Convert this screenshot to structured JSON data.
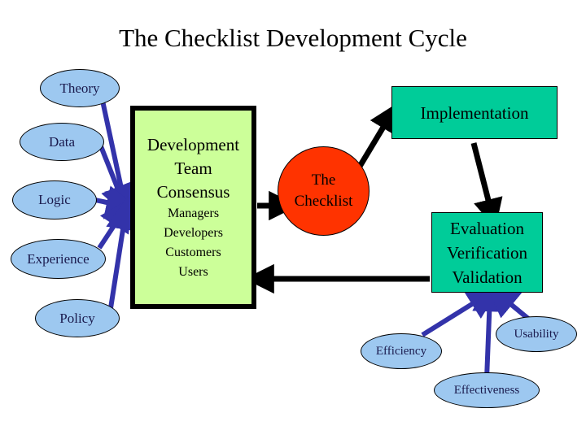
{
  "slide": {
    "title": "The Checklist Development Cycle",
    "background": "#ffffff"
  },
  "colors": {
    "input_ellipse_fill": "#9DC8F0",
    "input_ellipse_text": "#1a1a4d",
    "checklist_ellipse_fill": "#FF3300",
    "development_box_fill": "#CCFF99",
    "implementation_box_fill": "#00CC99",
    "evaluation_box_fill": "#00CC99",
    "blue_connector": "#3333AA",
    "black_connector": "#000000"
  },
  "inputs": {
    "items": [
      {
        "label": "Theory"
      },
      {
        "label": "Data"
      },
      {
        "label": "Logic"
      },
      {
        "label": "Experience"
      },
      {
        "label": "Policy"
      }
    ]
  },
  "development_box": {
    "heading_lines": [
      "Development",
      "Team",
      "Consensus"
    ],
    "member_lines": [
      "Managers",
      "Developers",
      "Customers",
      "Users"
    ]
  },
  "checklist": {
    "lines": [
      "The",
      "Checklist"
    ]
  },
  "implementation": {
    "label": "Implementation"
  },
  "evaluation": {
    "lines": [
      "Evaluation",
      "Verification",
      "Validation"
    ]
  },
  "outcomes": {
    "items": [
      {
        "label": "Efficiency"
      },
      {
        "label": "Usability"
      },
      {
        "label": "Effectiveness"
      }
    ]
  }
}
